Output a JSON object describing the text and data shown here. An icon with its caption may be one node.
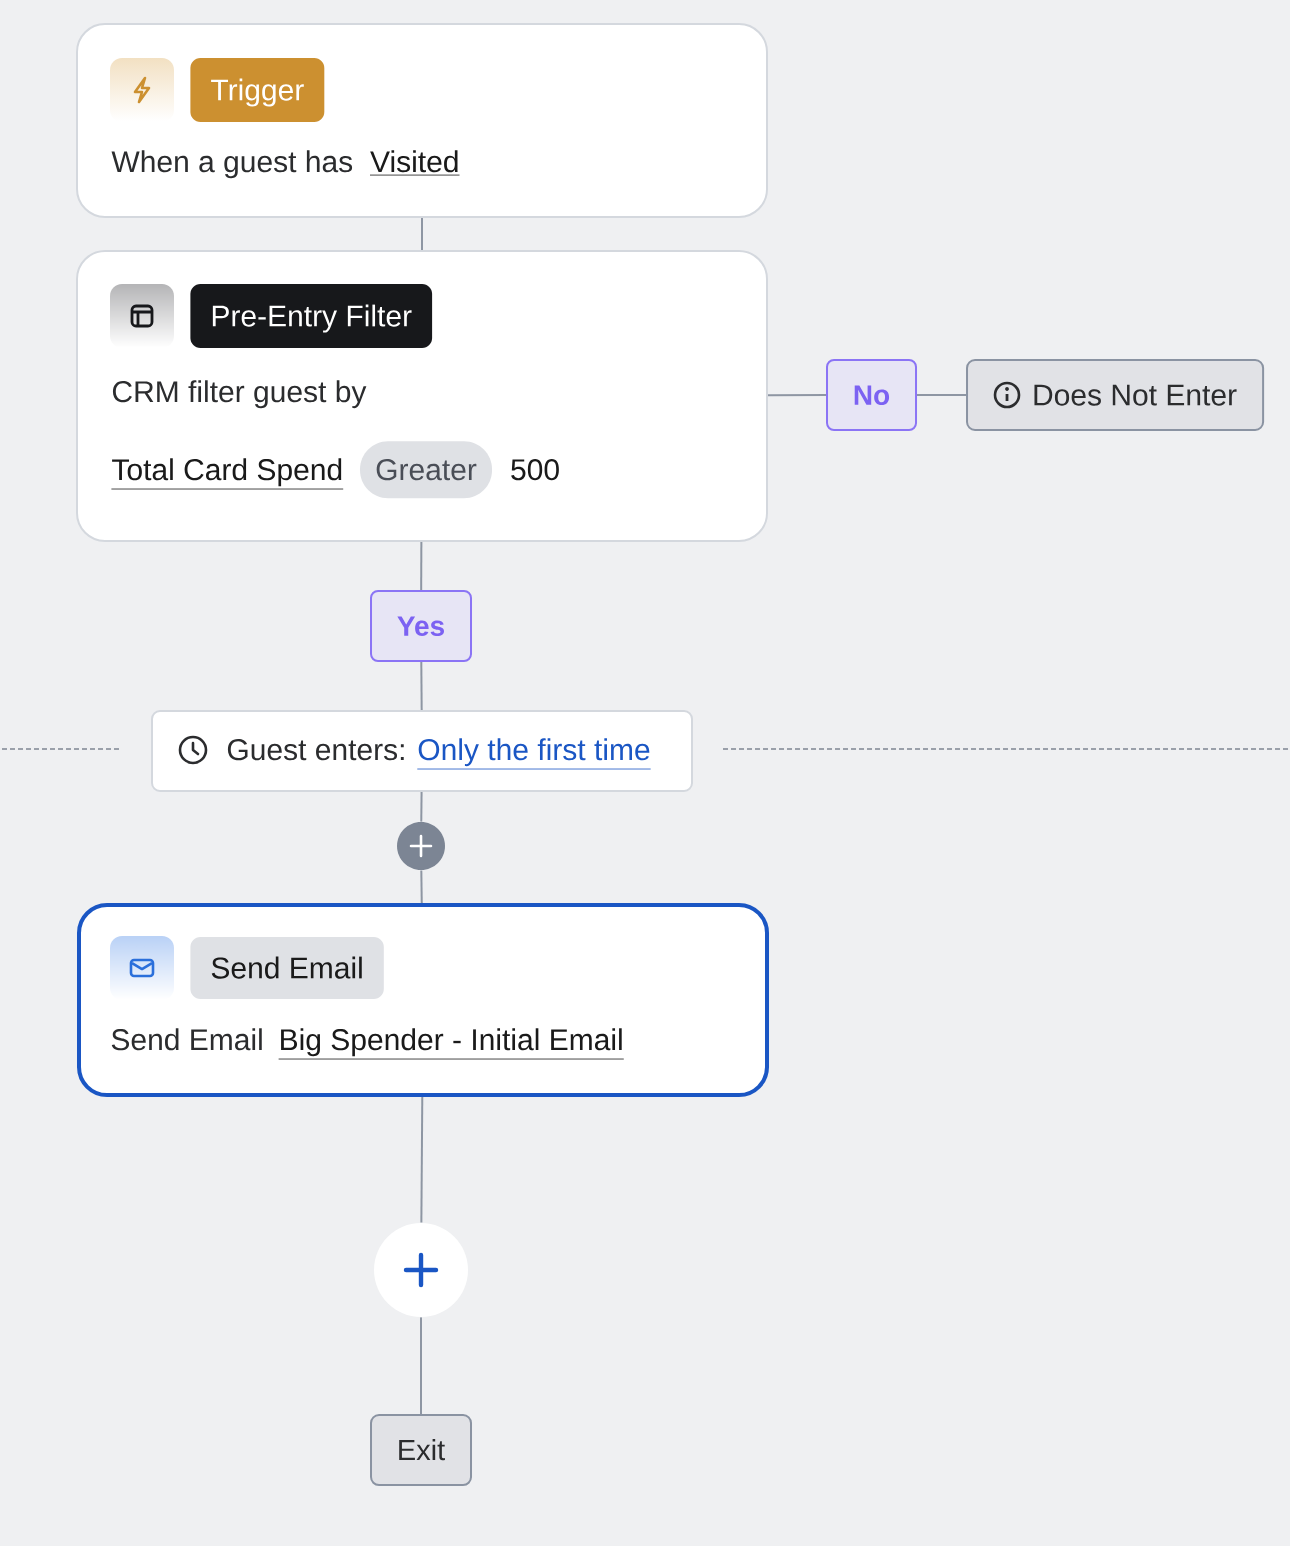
{
  "diagram": {
    "nodes": [
      {
        "text": [
          "When a guest has",
          "Visited"
        ]
      },
      {
        "text": [
          "Trigger"
        ],
        "in": 0
      },
      {
        "text": [
          "CRM filter guest by",
          "Total Card Spend",
          "500"
        ]
      },
      {
        "text": [
          "Pre-Entry Filter"
        ],
        "in": 2
      },
      {
        "text": [
          "Greater"
        ],
        "in": 2
      },
      {
        "text": [
          "No"
        ]
      },
      {
        "text": [
          "Does Not Enter"
        ]
      },
      {
        "text": [
          "Yes"
        ]
      },
      {
        "text": [
          "Guest enters:",
          "Only the first time"
        ]
      },
      {
        "text": [],
        "shape": "circle"
      },
      {
        "text": [
          "Send Email",
          "Big Spender - Initial Email"
        ]
      },
      {
        "text": [
          "Send Email"
        ],
        "in": 10
      },
      {
        "text": [],
        "shape": "circle"
      },
      {
        "text": [
          "Exit"
        ]
      }
    ],
    "edges": [
      {
        "from": 0,
        "to": 2,
        "arrow": "none"
      },
      {
        "from": 2,
        "to": 5,
        "arrow": "none"
      },
      {
        "from": 5,
        "to": 6,
        "arrow": "none"
      },
      {
        "from": 2,
        "to": 7,
        "arrow": "none"
      },
      {
        "from": 7,
        "to": 8,
        "arrow": "none"
      },
      {
        "from": 8,
        "to": 9,
        "arrow": "none"
      },
      {
        "from": 9,
        "to": 10,
        "arrow": "none"
      },
      {
        "from": 10,
        "to": 12,
        "arrow": "none"
      },
      {
        "from": 12,
        "to": 13,
        "arrow": "none"
      }
    ]
  }
}
